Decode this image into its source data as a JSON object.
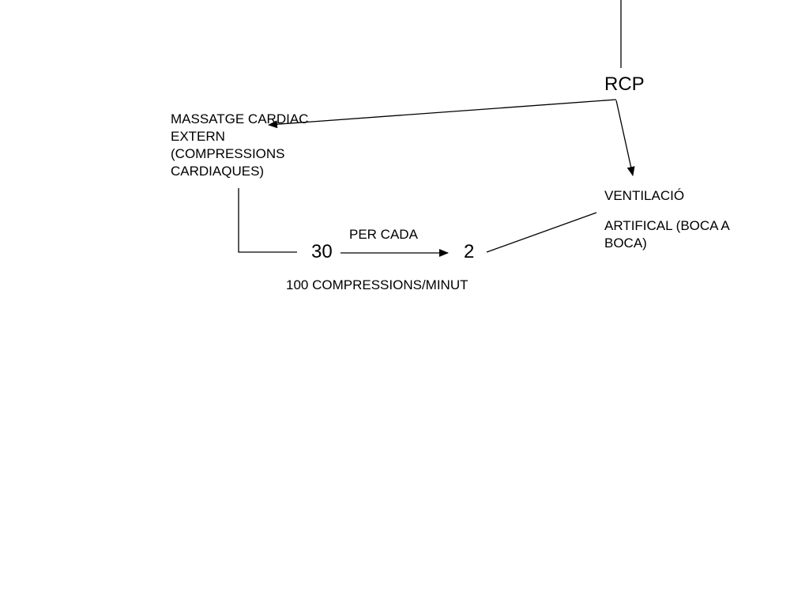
{
  "nodes": {
    "rcp": "RCP",
    "massatge": {
      "lines": [
        "MASSATGE CARDIAC",
        "EXTERN",
        "(COMPRESSIONS",
        "CARDIAQUES)"
      ]
    },
    "ventilacio": {
      "title": "VENTILACIÓ",
      "lines": [
        "ARTIFICAL (BOCA A",
        "BOCA)"
      ]
    },
    "ratio": {
      "compressions": "30",
      "breaths": "2",
      "connector_label": "PER CADA"
    },
    "rate": "100 COMPRESSIONS/MINUT"
  },
  "colors": {
    "line": "#000000",
    "background": "#ffffff"
  }
}
